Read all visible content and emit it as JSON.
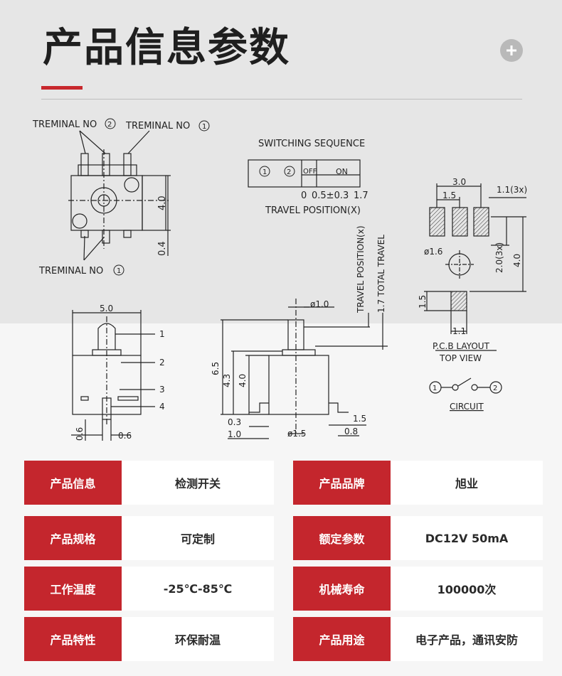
{
  "header": {
    "title": "产品信息参数"
  },
  "drawing": {
    "terminal_no2": "TREMINAL  NO",
    "terminal_no1_top": "TREMINAL  NO",
    "terminal_no1_bottom": "TREMINAL  NO",
    "circle_1": "1",
    "circle_2": "2",
    "dim_4_0_side": "4.0",
    "dim_0_4": "0.4",
    "switching_sequence": "SWITCHING  SEQUENCE",
    "seq_off": "OFF",
    "seq_on": "ON",
    "travel_0": "0",
    "travel_05": "0.5±0.3",
    "travel_17": "1.7",
    "travel_position": "TRAVEL  POSITION(X)",
    "dim_3_0": "3.0",
    "dim_1_5_top": "1.5",
    "dim_1_1_3x": "1.1(3x)",
    "dim_phi_1_6": "ø1.6",
    "dim_2_0_3x": "2.0(3x)",
    "dim_4_0_pcb": "4.0",
    "dim_1_5_side": "1.5",
    "dim_1_1_bottom": "1.1",
    "pcb_layout": "P.C.B  LAYOUT",
    "top_view": "TOP  VIEW",
    "circuit": "CIRCUIT",
    "travel_position_x": "TRAVEL  POSITION(x)",
    "total_travel": "1.7  TOTAL  TRAVEL",
    "dim_phi_1_0": "ø1.0",
    "dim_5_0": "5.0",
    "label_1": "1",
    "label_2": "2",
    "label_3": "3",
    "label_4": "4",
    "dim_0_6_a": "0.6",
    "dim_0_6_b": "0.6",
    "dim_6_5": "6.5",
    "dim_4_3": "4.3",
    "dim_4_0_front": "4.0",
    "dim_0_3": "0.3",
    "dim_1_0": "1.0",
    "dim_phi_1_5": "ø1.5",
    "dim_1_5_right": "1.5",
    "dim_0_8": "0.8"
  },
  "specs": [
    {
      "label": "产品信息",
      "value": "检测开关",
      "label2": "产品品牌",
      "value2": "旭业"
    },
    {
      "label": "产品规格",
      "value": "可定制",
      "label2": "额定参数",
      "value2": "DC12V 50mA"
    },
    {
      "label": "工作温度",
      "value": "-25℃-85℃",
      "label2": "机械寿命",
      "value2": "100000次"
    },
    {
      "label": "产品特性",
      "value": "环保耐温",
      "label2": "产品用途",
      "value2": "电子产品，通讯安防"
    }
  ],
  "colors": {
    "accent": "#c4262d",
    "plus_button": "#b9b9b9"
  },
  "icons": {
    "plus": "plus-icon"
  }
}
